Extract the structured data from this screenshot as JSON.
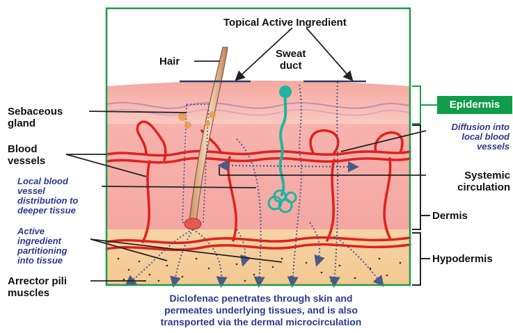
{
  "labels": {
    "topical": "Topical Active Ingredient",
    "hair": "Hair",
    "sweat_duct": "Sweat\nduct",
    "sebaceous": "Sebaceous\ngland",
    "blood_vessels": "Blood\nvessels",
    "local_blood": "Local blood\nvessel\ndistribution to\ndeeper tissue",
    "active_partition": "Active\ningredient\npartitioning\ninto tissue",
    "arrector": "Arrector pili\nmuscles",
    "epidermis": "Epidermis",
    "diffusion": "Diffusion into\nlocal blood\nvessels",
    "systemic": "Systemic\ncirculation",
    "dermis": "Dermis",
    "hypodermis": "Hypodermis"
  },
  "caption": "Diclofenac penetrates through skin and\npermeates underlying tissues, and is also\ntransported via the dermal microcirculation",
  "colors": {
    "frame": "#1f9a4a",
    "epidermis_accent": "#0f9d4a",
    "italic_text": "#2b3a8c",
    "vessel": "#e0201c",
    "drug_path": "#4a5a86",
    "sweat_duct": "#1fb5a0"
  }
}
